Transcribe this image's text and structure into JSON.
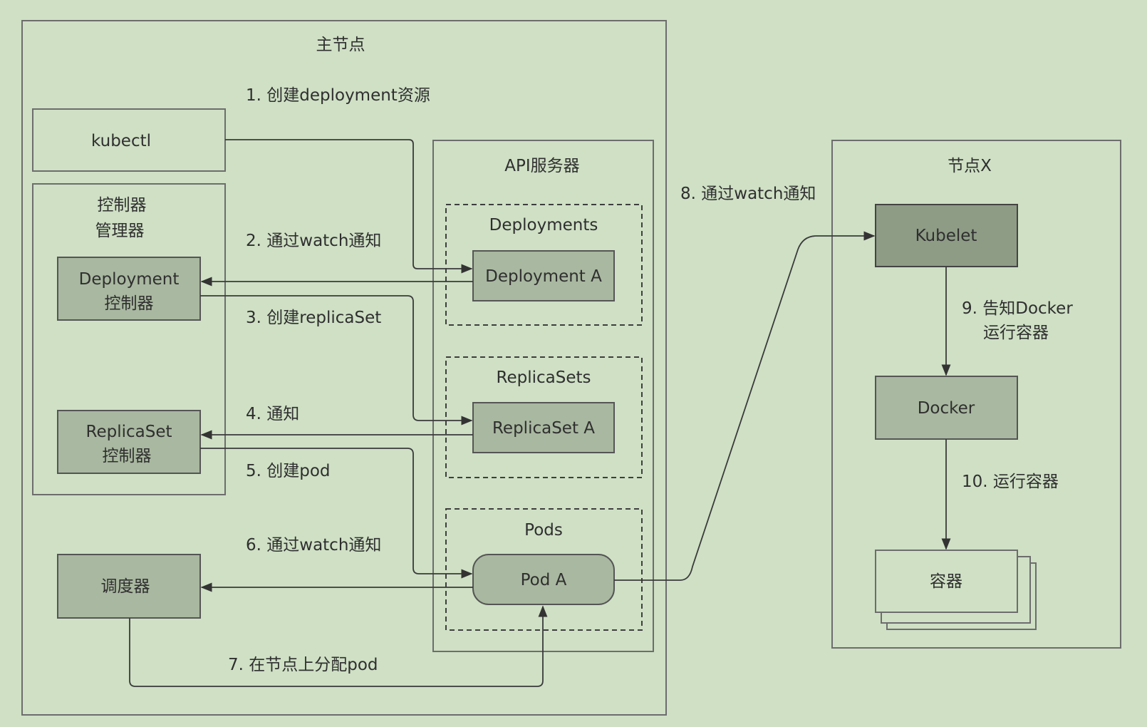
{
  "master": {
    "title": "主节点",
    "kubectl": "kubectl",
    "controller_manager": [
      "控制器",
      "管理器"
    ],
    "deployment_controller": [
      "Deployment",
      "控制器"
    ],
    "replicaset_controller": [
      "ReplicaSet",
      "控制器"
    ],
    "scheduler": "调度器",
    "api_server": {
      "title": "API服务器",
      "deployments": {
        "title": "Deployments",
        "item": "Deployment A"
      },
      "replicasets": {
        "title": "ReplicaSets",
        "item": "ReplicaSet A"
      },
      "pods": {
        "title": "Pods",
        "item": "Pod A"
      }
    }
  },
  "node": {
    "title": "节点X",
    "kubelet": "Kubelet",
    "docker": "Docker",
    "container": "容器"
  },
  "steps": {
    "s1": "1. 创建deployment资源",
    "s2": "2. 通过watch通知",
    "s3": "3. 创建replicaSet",
    "s4": "4. 通知",
    "s5": "5. 创建pod",
    "s6": "6. 通过watch通知",
    "s7": "7. 在节点上分配pod",
    "s8": "8. 通过watch通知",
    "s9": [
      "9. 告知Docker",
      "运行容器"
    ],
    "s10": "10. 运行容器"
  }
}
